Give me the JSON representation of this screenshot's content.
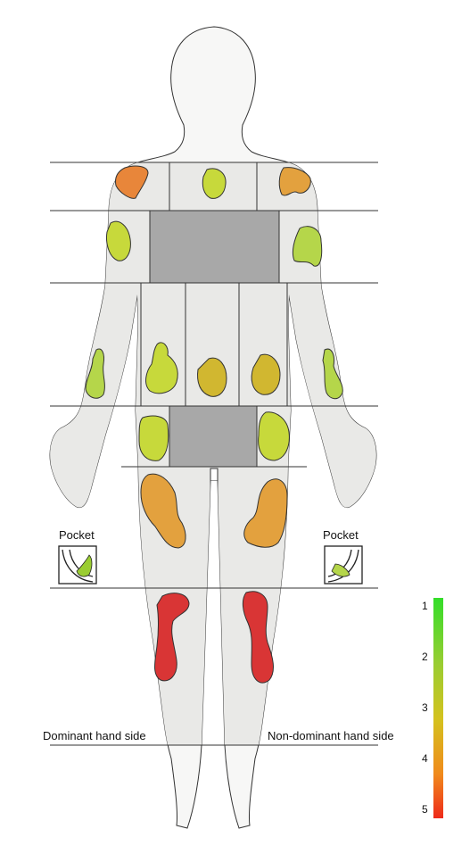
{
  "labels": {
    "pocket_left": "Pocket",
    "pocket_right": "Pocket",
    "dominant_side": "Dominant hand side",
    "non_dominant_side": "Non-dominant hand side"
  },
  "scale": {
    "ticks": [
      "1",
      "2",
      "3",
      "4",
      "5"
    ],
    "gradient": [
      "#33dd2a",
      "#9acd32",
      "#d4c21e",
      "#f08a1c",
      "#ee2a1a"
    ]
  },
  "colors": {
    "body_fill": "#f7f7f6",
    "region_fill": "#e9e9e7",
    "blocked_fill": "#a8a8a8",
    "outline": "#333333",
    "orange": "#e8863a",
    "orange_light": "#e3a13e",
    "lime": "#c7d93b",
    "lime_light": "#b5d64a",
    "olive": "#d1b730",
    "red": "#d93535"
  }
}
